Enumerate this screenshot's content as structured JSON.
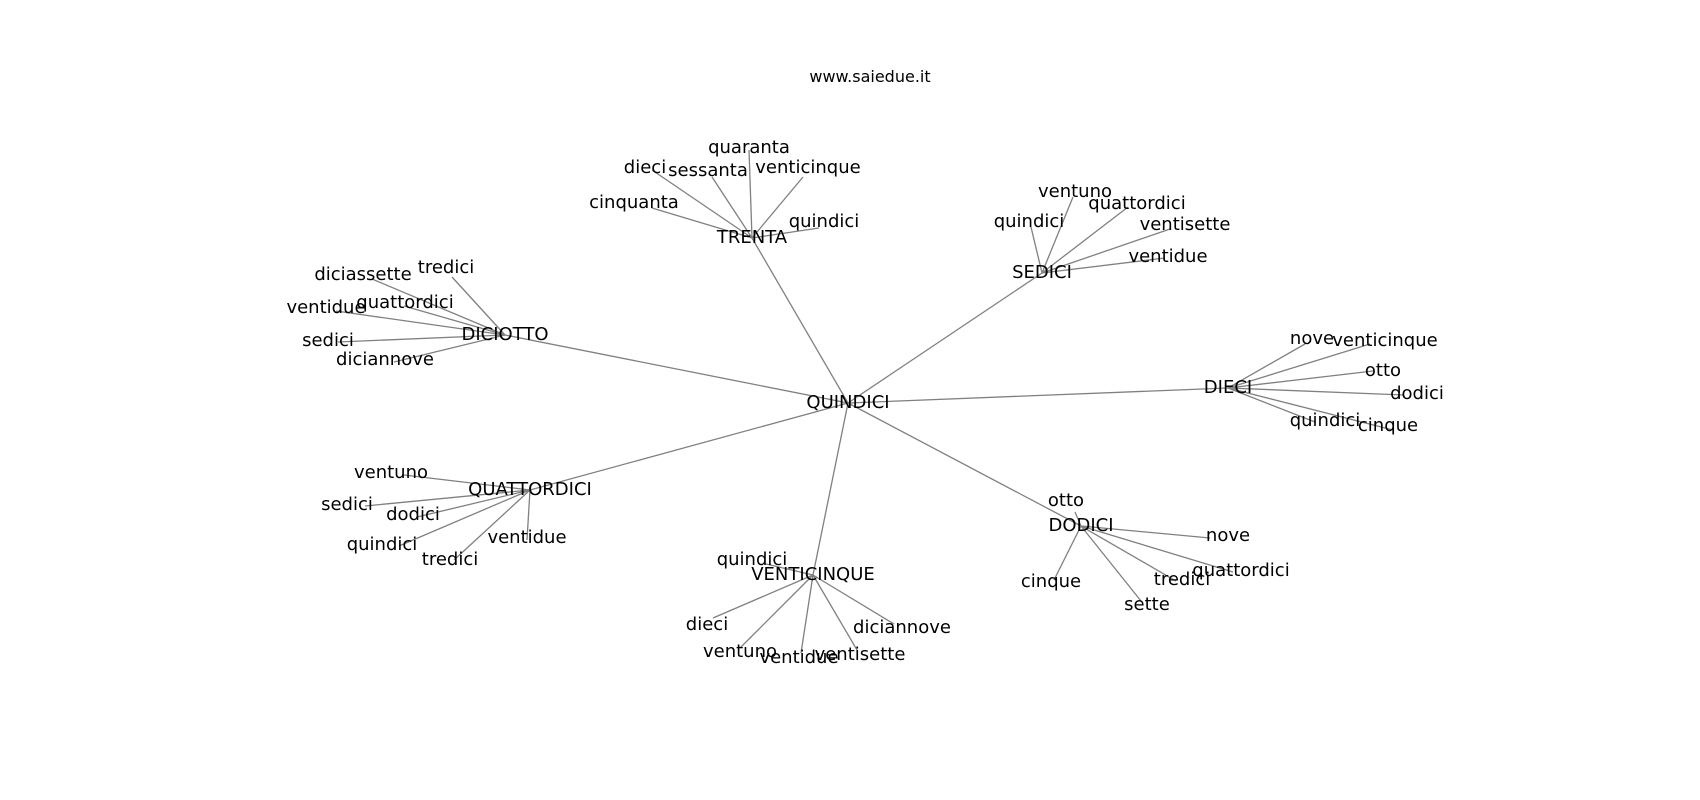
{
  "title": "www.saiedue.it",
  "colors": {
    "edge": "#808080",
    "text": "#000000",
    "background": "#ffffff"
  },
  "root": "QUINDICI",
  "hubs": [
    {
      "id": "trenta",
      "label": "TRENTA",
      "children": [
        "quaranta",
        "dieci",
        "sessanta",
        "venticinque",
        "cinquanta",
        "quindici"
      ]
    },
    {
      "id": "sedici",
      "label": "SEDICI",
      "children": [
        "ventuno",
        "quindici",
        "quattordici",
        "ventisette",
        "ventidue"
      ]
    },
    {
      "id": "diciotto",
      "label": "DICIOTTO",
      "children": [
        "tredici",
        "diciassette",
        "quattordici",
        "ventidue",
        "sedici",
        "diciannove"
      ]
    },
    {
      "id": "dieci",
      "label": "DIECI",
      "children": [
        "nove",
        "venticinque",
        "otto",
        "dodici",
        "quindici",
        "cinque"
      ]
    },
    {
      "id": "quattordici",
      "label": "QUATTORDICI",
      "children": [
        "ventuno",
        "sedici",
        "dodici",
        "quindici",
        "ventidue",
        "tredici"
      ]
    },
    {
      "id": "dodici",
      "label": "DODICI",
      "children": [
        "otto",
        "nove",
        "quattordici",
        "tredici",
        "sette",
        "cinque"
      ]
    },
    {
      "id": "venticinque",
      "label": "VENTICINQUE",
      "children": [
        "quindici",
        "dieci",
        "diciannove",
        "ventuno",
        "ventidue",
        "ventisette"
      ]
    }
  ]
}
